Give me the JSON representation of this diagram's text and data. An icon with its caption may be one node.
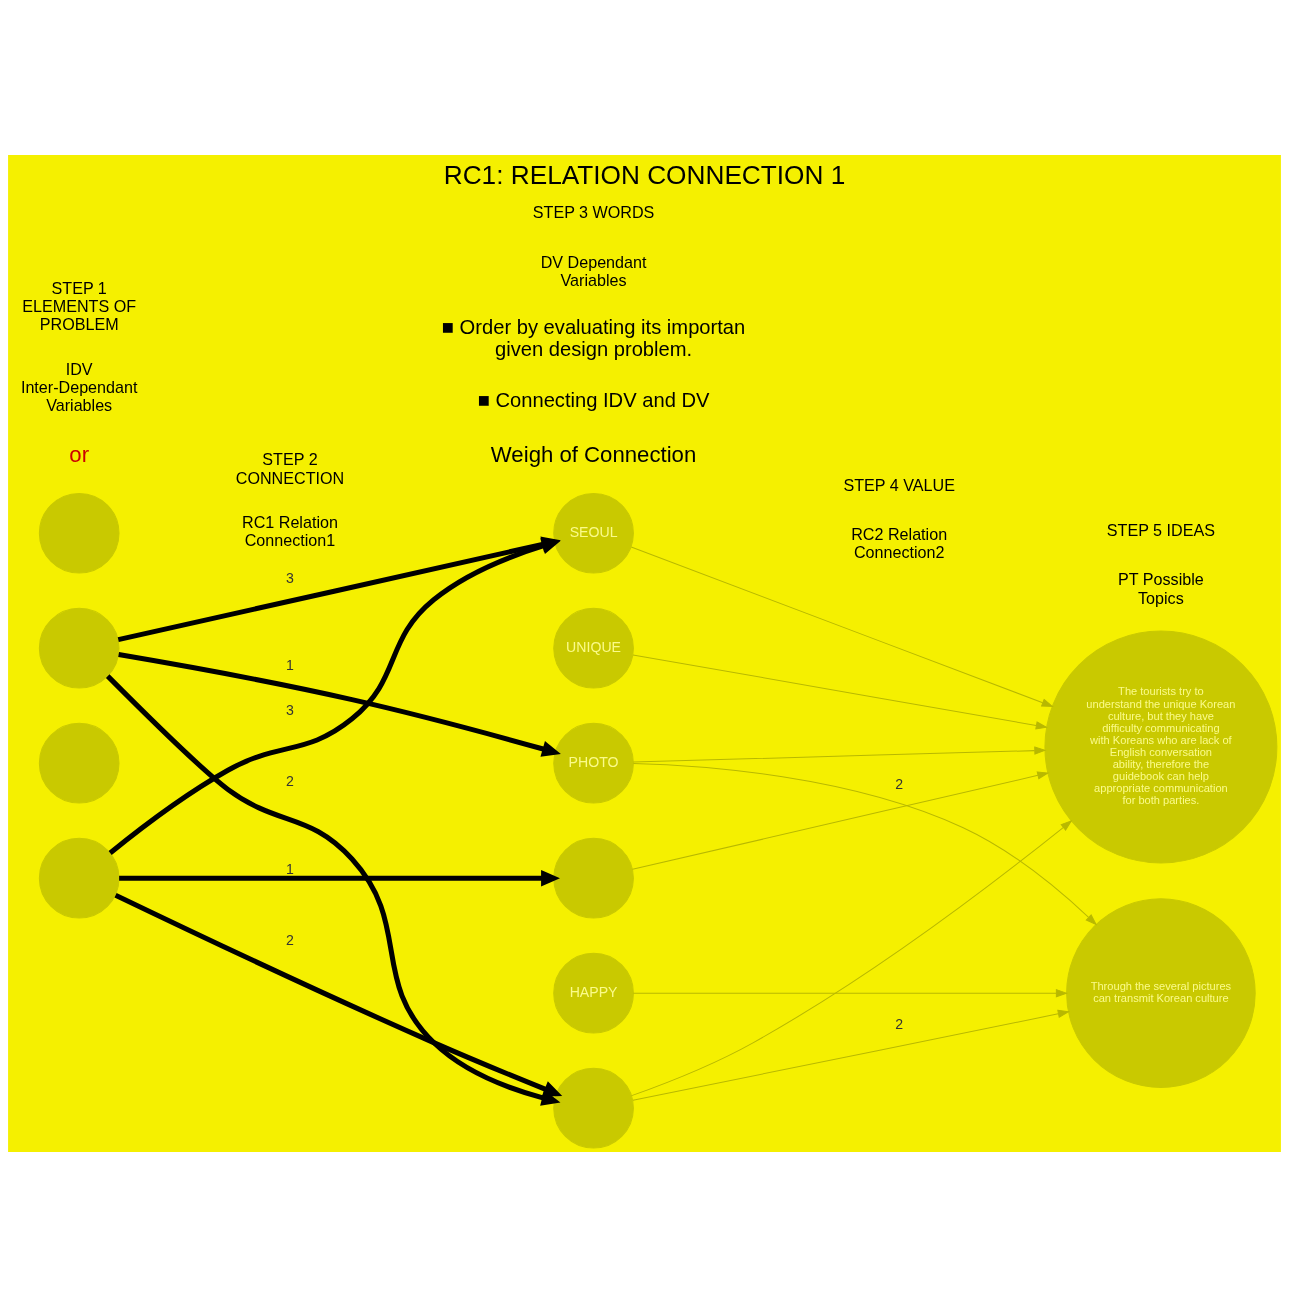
{
  "diagram": {
    "title": "RC1: RELATION CONNECTION 1",
    "nodes": [
      {
        "text": [],
        "shape": "circle"
      },
      {
        "text": [],
        "shape": "circle"
      },
      {
        "text": [],
        "shape": "circle"
      },
      {
        "text": [],
        "shape": "circle"
      },
      {
        "text": [
          "SEOUL"
        ]
      },
      {
        "text": [
          "UNIQUE"
        ]
      },
      {
        "text": [
          "PHOTO"
        ]
      },
      {
        "text": [],
        "shape": "circle"
      },
      {
        "text": [
          "HAPPY"
        ]
      },
      {
        "text": [],
        "shape": "circle"
      },
      {
        "text": [
          "The tourists try to understand the unique Korean culture, but they have difficulty communicating with Koreans who are lack of English conversation ability, therefore the guidebook can help appropriate communication for both parties."
        ]
      },
      {
        "text": [
          "Through the several pictures can transmit Korean culture"
        ]
      }
    ],
    "edges": [
      {
        "from": 1,
        "to": 4,
        "arrow": "to",
        "label": "3",
        "style": "thick",
        "color": "#000000"
      },
      {
        "from": 1,
        "to": 6,
        "arrow": "to",
        "label": "1",
        "style": "thick",
        "color": "#000000"
      },
      {
        "from": 1,
        "to": 9,
        "arrow": "to",
        "label": "2",
        "style": "thick",
        "color": "#000000"
      },
      {
        "from": 3,
        "to": 4,
        "arrow": "to",
        "label": "3",
        "style": "thick",
        "color": "#000000"
      },
      {
        "from": 3,
        "to": 7,
        "arrow": "to",
        "label": "1",
        "style": "thick",
        "color": "#000000"
      },
      {
        "from": 3,
        "to": 9,
        "arrow": "to",
        "label": "2",
        "style": "thick",
        "color": "#000000"
      },
      {
        "from": 4,
        "to": 10,
        "arrow": "to"
      },
      {
        "from": 5,
        "to": 10,
        "arrow": "to"
      },
      {
        "from": 6,
        "to": 10,
        "arrow": "to"
      },
      {
        "from": 7,
        "to": 10,
        "arrow": "to",
        "label": "2"
      },
      {
        "from": 6,
        "to": 11,
        "arrow": "to"
      },
      {
        "from": 8,
        "to": 11,
        "arrow": "to"
      },
      {
        "from": 9,
        "to": 10,
        "arrow": "to"
      },
      {
        "from": 9,
        "to": 11,
        "arrow": "to",
        "label": "2"
      }
    ],
    "labels": [
      "or",
      "Weigh of Connection",
      "■ Connecting IDV and DV",
      "■ Order by evaluating its importan given design problem.",
      "IDV Inter-Dependant Variables",
      "STEP 1 ELEMENTS OF PROBLEM",
      "RC1 Relation Connection1",
      "STEP 2 CONNECTION",
      "DV Dependant Variables",
      "STEP 3 WORDS",
      "RC2 Relation Connection2",
      "STEP 4 VALUE",
      "PT Possible Topics",
      "STEP 5 IDEAS"
    ]
  }
}
